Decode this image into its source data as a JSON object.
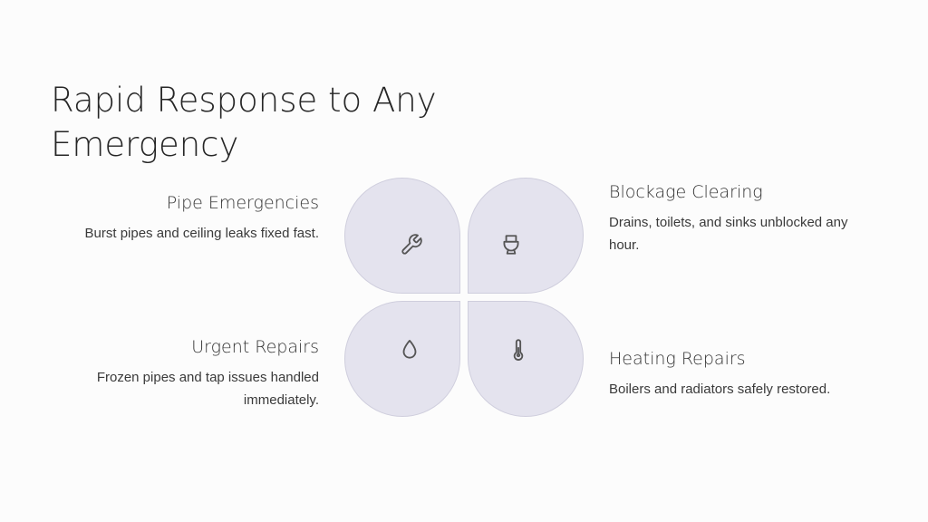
{
  "title": "Rapid Response to Any Emergency",
  "items": [
    {
      "heading": "Pipe Emergencies",
      "text": "Burst pipes and ceiling leaks fixed fast.",
      "icon": "wrench-icon"
    },
    {
      "heading": "Blockage Clearing",
      "text": "Drains, toilets, and sinks unblocked any hour.",
      "icon": "toilet-icon"
    },
    {
      "heading": "Urgent Repairs",
      "text": "Frozen pipes and tap issues handled immediately.",
      "icon": "water-drop-icon"
    },
    {
      "heading": "Heating Repairs",
      "text": "Boilers and radiators safely restored.",
      "icon": "thermometer-icon"
    }
  ],
  "colors": {
    "petal_fill": "#e4e3ee",
    "petal_stroke": "#cfcedd",
    "background": "#fcfcfc"
  }
}
